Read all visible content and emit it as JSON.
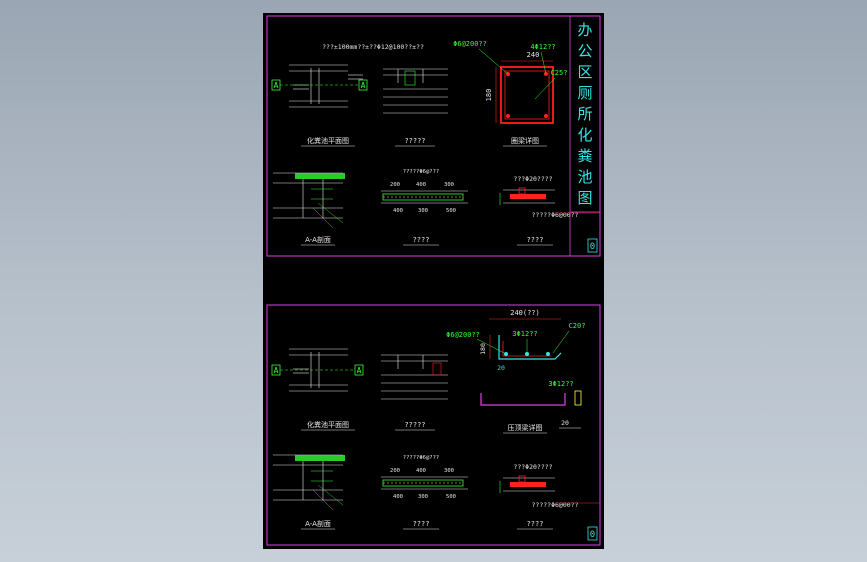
{
  "sheet_top": {
    "title_vertical": [
      "办",
      "公",
      "区",
      "厕",
      "所",
      "化",
      "粪",
      "池",
      "图"
    ],
    "sheet_number": "0",
    "labels": {
      "plan_title": "化粪池平面图",
      "section_title": "A-A剖面",
      "mid_top": "?????",
      "mid_bottom": "????",
      "right_bottom": "????",
      "detail_title": "圈梁详图",
      "section_marker": "A",
      "top_note": "???±100mm??±??Φ12@100??±??",
      "tie": "Φ6@200??",
      "rebar": "4Φ12??",
      "concrete": "C25?",
      "dim_w": "240",
      "dim_h": "180",
      "note_right_1": "???Φ20????",
      "note_right_2": "?????Φ6@00??",
      "dims_mid": [
        "200",
        "400",
        "300",
        "400",
        "300",
        "500"
      ],
      "note_mid": "?????Φ6@???"
    }
  },
  "sheet_bottom": {
    "sheet_number": "0",
    "labels": {
      "plan_title": "化粪池平面图",
      "section_title": "A-A剖面",
      "mid_top": "?????",
      "mid_bottom": "????",
      "right_bottom": "????",
      "detail_title": "压顶梁详图",
      "section_marker": "A",
      "tie": "Φ6@200??",
      "rebar": "3Φ12??",
      "rebar2": "3Φ12??",
      "concrete": "C20?",
      "dim_w": "240(??)",
      "dim_h": "180",
      "dim_small": "20",
      "note_right_1": "???Φ20????",
      "note_right_2": "?????Φ6@00??",
      "dims_mid": [
        "200",
        "400",
        "300",
        "400",
        "300",
        "500"
      ],
      "note_mid": "?????Φ6@???"
    }
  },
  "colors": {
    "frame": "#e040e0",
    "text_green": "#33ff33",
    "cyan": "#33e6e6",
    "red": "#ff2020",
    "white": "#e8e8e8",
    "yellow": "#ffff33"
  }
}
